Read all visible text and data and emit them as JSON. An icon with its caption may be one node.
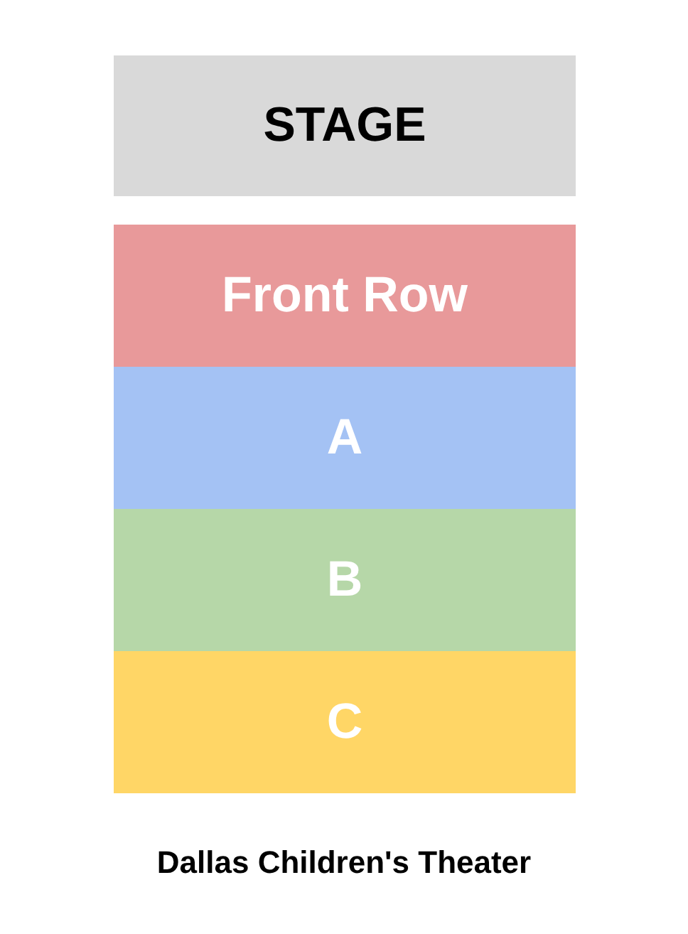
{
  "diagram": {
    "caption": "Dallas Children's Theater",
    "nodes": [
      {
        "text": [
          "STAGE"
        ]
      },
      {
        "text": [
          "Front Row"
        ]
      },
      {
        "text": [
          "A"
        ]
      },
      {
        "text": [
          "B"
        ]
      },
      {
        "text": [
          "C"
        ]
      }
    ]
  }
}
